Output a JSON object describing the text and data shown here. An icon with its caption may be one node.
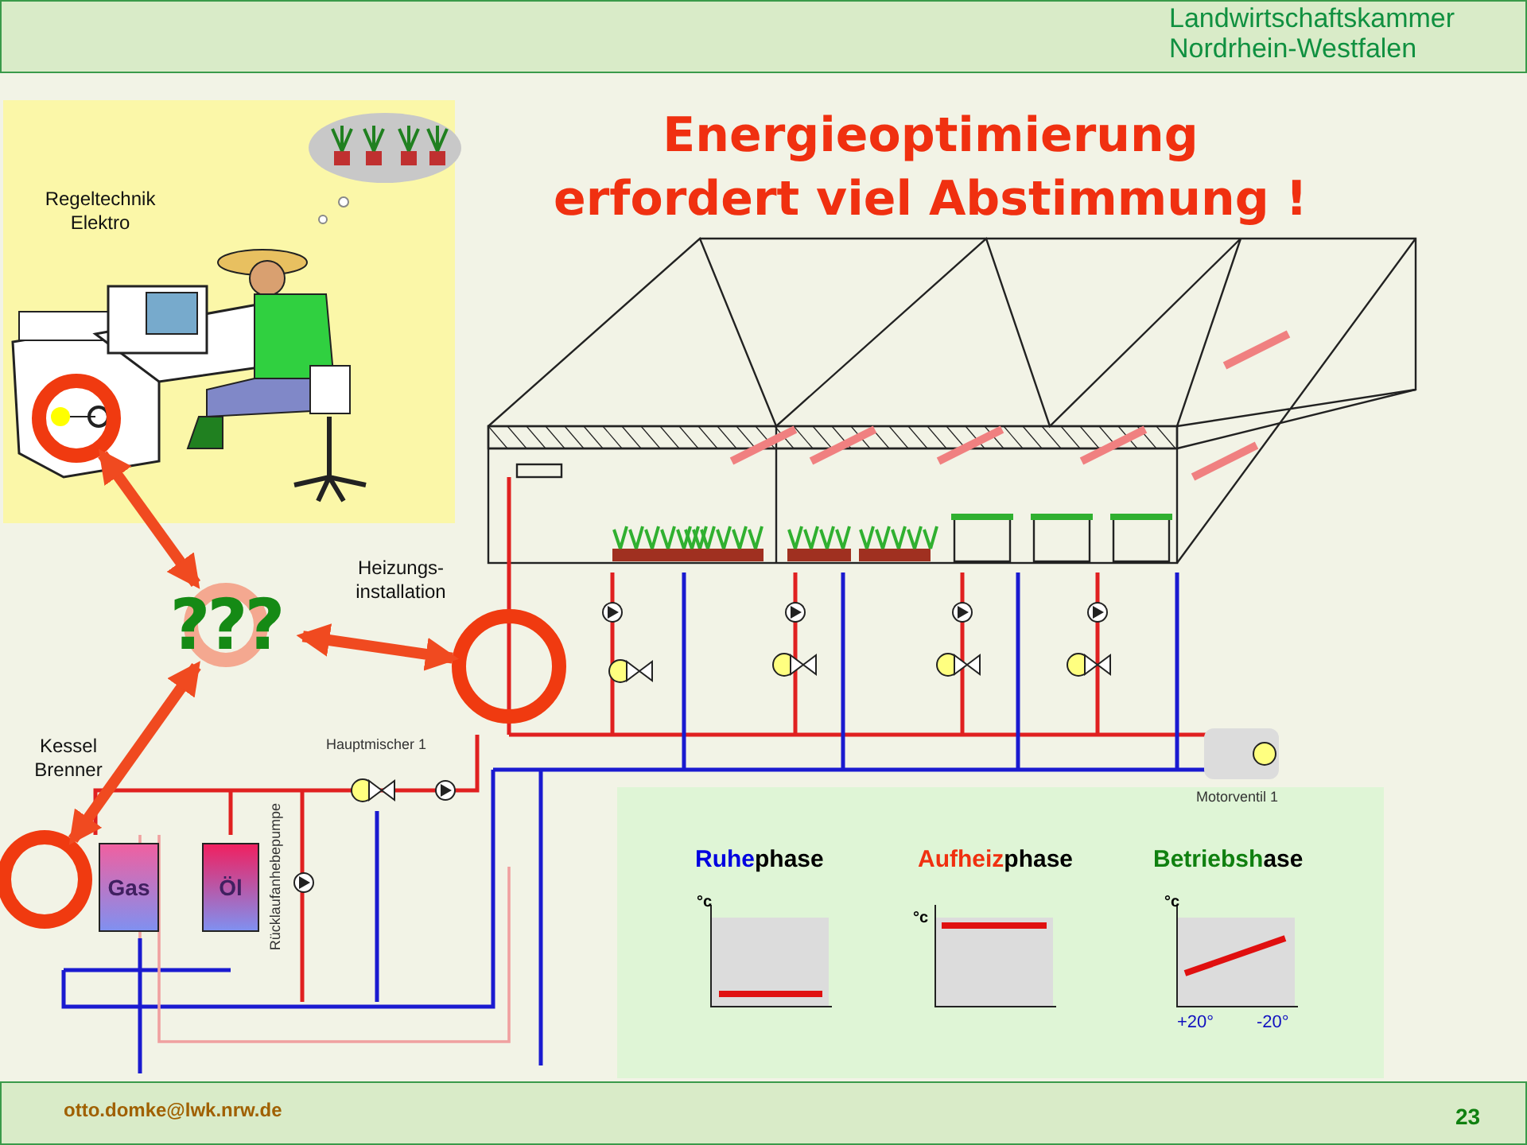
{
  "diagram": {
    "title": "Energieoptimierung erfordert viel Abstimmung !",
    "nodes": [
      {
        "text": [
          "???"
        ]
      },
      {
        "text": [],
        "shape": "circle"
      },
      {
        "text": [],
        "shape": "circle",
        "beside": [
          "Heizungs- installation"
        ]
      },
      {
        "text": [],
        "shape": "circle",
        "beside": [
          "Kessel Brenner"
        ]
      },
      {
        "text": [
          "Gas"
        ]
      },
      {
        "text": [
          "Öl"
        ]
      }
    ],
    "edges": [
      {
        "from": 0,
        "to": 1,
        "arrow": "both"
      },
      {
        "from": 0,
        "to": 2,
        "arrow": "both"
      },
      {
        "from": 0,
        "to": 3,
        "arrow": "both"
      }
    ],
    "labels": [
      "Landwirtschaftskammer Nordrhein-Westfalen",
      "Hauptmischer 1",
      "Rücklaufanhebepumpe",
      "Motorventil 1",
      "Ruhephase",
      "Aufheizphase",
      "Betriebshase",
      "°c",
      "°c",
      "°c",
      "+20°",
      "-20°",
      "otto.domke@lwk.nrw.de",
      "23",
      "Regeltechnik Elektro"
    ]
  }
}
